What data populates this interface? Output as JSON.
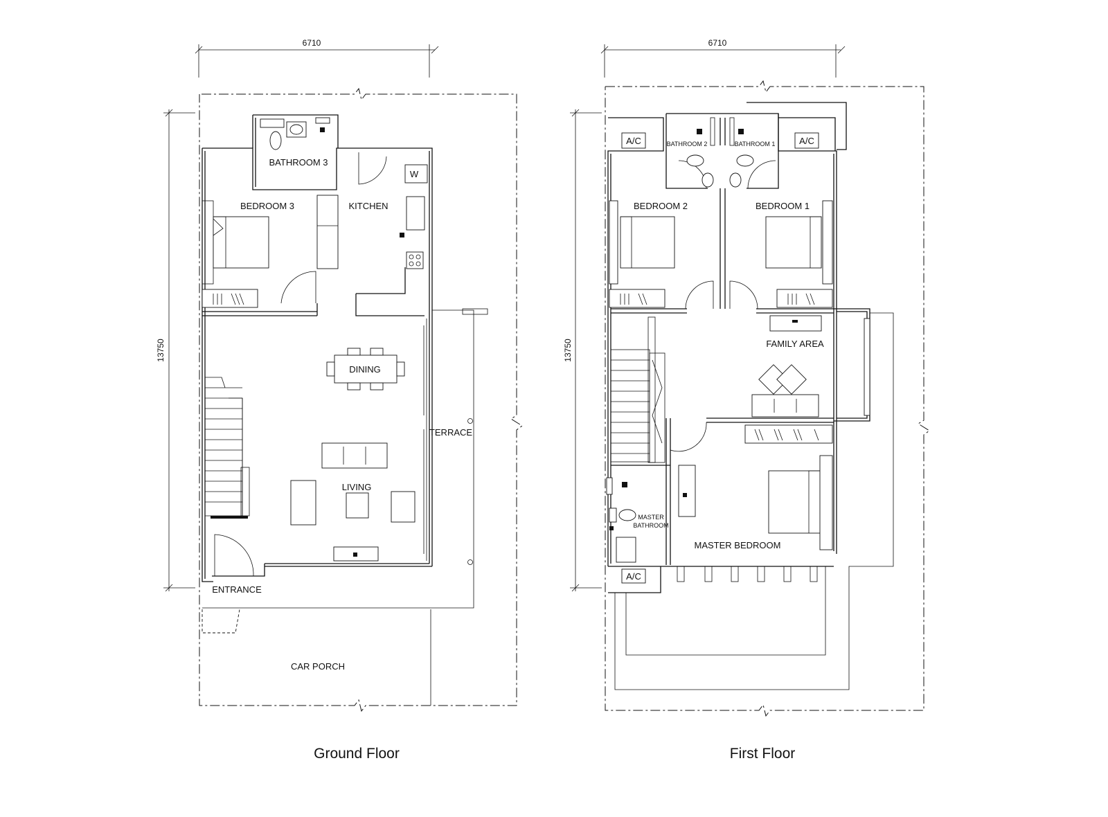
{
  "dimensions": {
    "width": "6710",
    "depth": "13750"
  },
  "ground_floor": {
    "caption": "Ground Floor",
    "rooms": {
      "bathroom3": "BATHROOM 3",
      "bedroom3": "BEDROOM 3",
      "kitchen": "KITCHEN",
      "dining": "DINING",
      "terrace": "TERRACE",
      "living": "LIVING",
      "entrance": "ENTRANCE",
      "car_porch": "CAR PORCH"
    },
    "fixtures": {
      "washer": "W"
    }
  },
  "first_floor": {
    "caption": "First Floor",
    "rooms": {
      "bathroom2": "BATHROOM 2",
      "bathroom1": "BATHROOM 1",
      "bedroom2": "BEDROOM 2",
      "bedroom1": "BEDROOM 1",
      "family_area": "FAMILY AREA",
      "master_bathroom_line1": "MASTER",
      "master_bathroom_line2": "BATHROOM",
      "master_bedroom": "MASTER BEDROOM"
    },
    "fixtures": {
      "ac": "A/C"
    }
  }
}
